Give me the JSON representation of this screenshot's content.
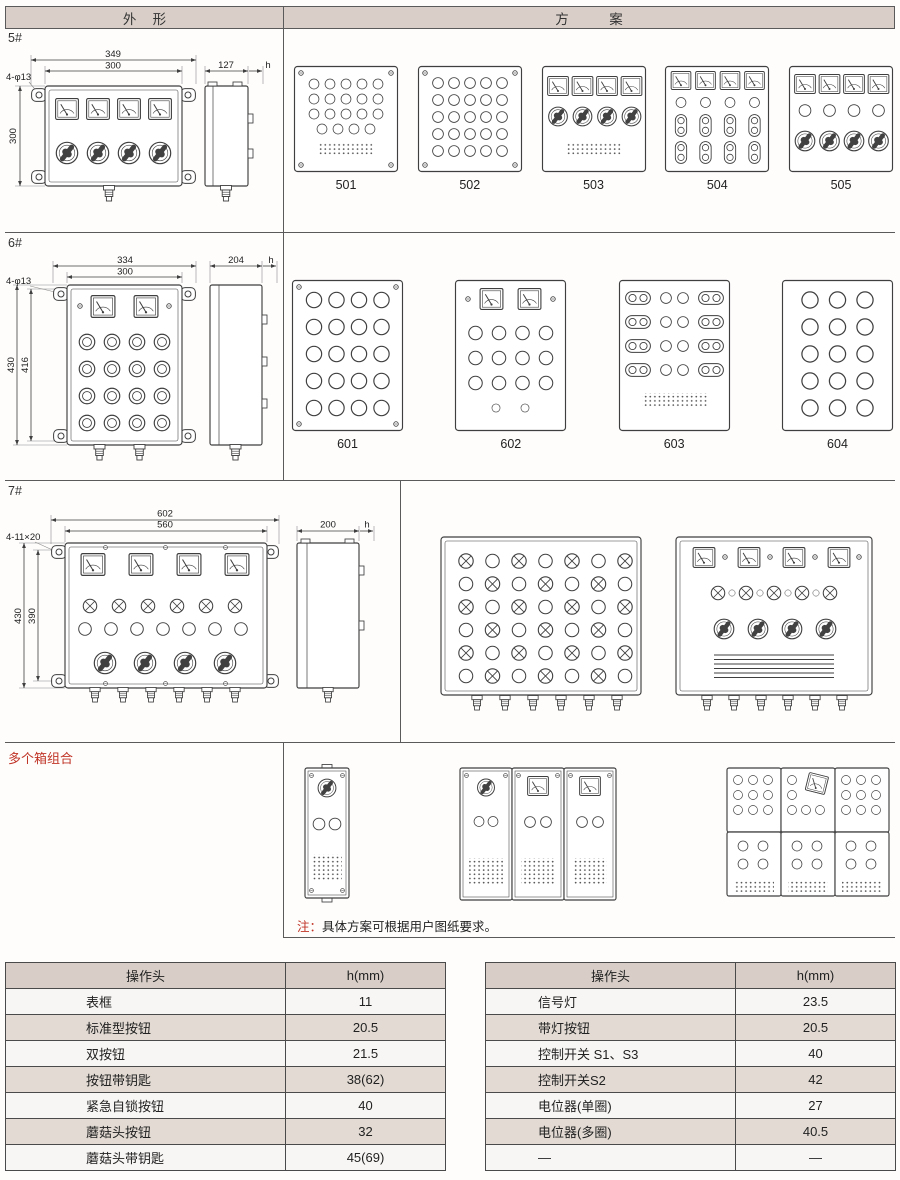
{
  "header": {
    "outline": "外形",
    "scheme": "方案"
  },
  "sections": [
    {
      "id": "5#",
      "dims": {
        "outer_w": "349",
        "inner_w": "300",
        "holes": "4-φ13",
        "height": "300",
        "depth": "127",
        "head": "h"
      },
      "schemes": [
        "501",
        "502",
        "503",
        "504",
        "505"
      ]
    },
    {
      "id": "6#",
      "dims": {
        "outer_w": "334",
        "inner_w": "300",
        "holes": "4-φ13",
        "outer_h": "430",
        "inner_h": "416",
        "depth": "204",
        "head": "h"
      },
      "schemes": [
        "601",
        "602",
        "603",
        "604"
      ]
    },
    {
      "id": "7#",
      "dims": {
        "outer_w": "602",
        "inner_w": "560",
        "holes": "4-11×20",
        "outer_h": "430",
        "inner_h": "390",
        "depth": "200",
        "head": "h"
      },
      "schemes": []
    }
  ],
  "combo": {
    "label": "多个箱组合"
  },
  "note": {
    "prefix": "注：",
    "text": "具体方案可根据用户图纸要求。"
  },
  "tables": {
    "left": {
      "headers": [
        "操作头",
        "h(mm)"
      ],
      "rows": [
        [
          "表框",
          "11"
        ],
        [
          "标准型按钮",
          "20.5"
        ],
        [
          "双按钮",
          "21.5"
        ],
        [
          "按钮带钥匙",
          "38(62)"
        ],
        [
          "紧急自锁按钮",
          "40"
        ],
        [
          "蘑菇头按钮",
          "32"
        ],
        [
          "蘑菇头带钥匙",
          "45(69)"
        ]
      ]
    },
    "right": {
      "headers": [
        "操作头",
        "h(mm)"
      ],
      "rows": [
        [
          "信号灯",
          "23.5"
        ],
        [
          "带灯按钮",
          "20.5"
        ],
        [
          "控制开关 S1、S3",
          "40"
        ],
        [
          "控制开关S2",
          "42"
        ],
        [
          "电位器(单圈)",
          "27"
        ],
        [
          "电位器(多圈)",
          "40.5"
        ],
        [
          "—",
          "—"
        ]
      ]
    }
  }
}
